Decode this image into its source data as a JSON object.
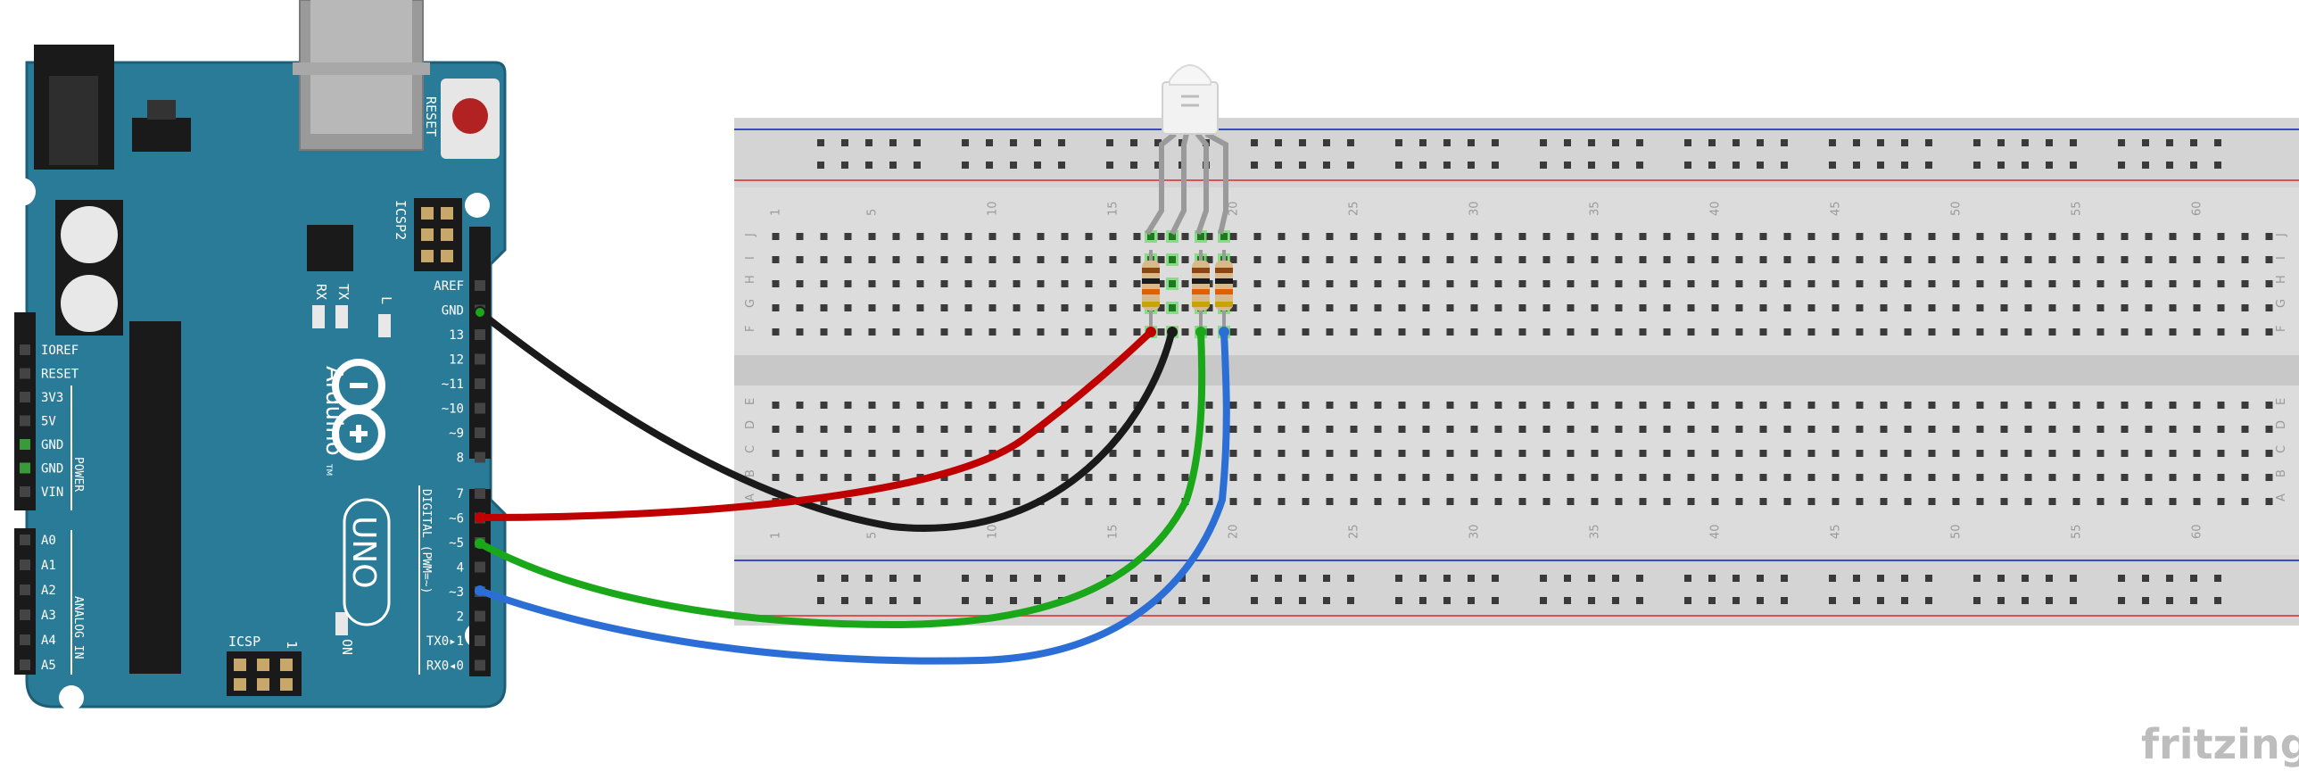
{
  "watermark": "fritzing",
  "arduino": {
    "reset_label": "RESET",
    "icsp2_label": "ICSP2",
    "icsp_label": "ICSP",
    "icsp_pin1": "1",
    "brand": "Arduino",
    "brand_tm": "TM",
    "model": "UNO",
    "rx_label": "RX",
    "tx_label": "TX",
    "l_label": "L",
    "on_label": "ON",
    "power_label": "POWER",
    "analog_label": "ANALOG IN",
    "digital_label": "DIGITAL (PWM=~)",
    "power_pins": [
      "IOREF",
      "RESET",
      "3V3",
      "5V",
      "GND",
      "GND",
      "VIN"
    ],
    "analog_pins": [
      "A0",
      "A1",
      "A2",
      "A3",
      "A4",
      "A5"
    ],
    "digital_top": [
      "AREF",
      "GND",
      "13",
      "12",
      "~11",
      "~10",
      "~9",
      "8"
    ],
    "digital_bottom": [
      "7",
      "~6",
      "~5",
      "4",
      "~3",
      "2",
      "TX0▸1",
      "RX0◂0"
    ]
  },
  "breadboard": {
    "column_numbers": [
      "1",
      "5",
      "10",
      "15",
      "20",
      "25",
      "30",
      "35",
      "40",
      "45",
      "50",
      "55",
      "60"
    ],
    "rows_top": [
      "J",
      "I",
      "H",
      "G",
      "F"
    ],
    "rows_bottom": [
      "E",
      "D",
      "C",
      "B",
      "A"
    ]
  },
  "components": {
    "led": "RGB LED",
    "resistors": 3
  },
  "wires": [
    {
      "name": "black",
      "from": "GND",
      "to": "LED common",
      "color": "#1a1a1a"
    },
    {
      "name": "red",
      "from": "~6",
      "to": "red resistor",
      "color": "#c00000"
    },
    {
      "name": "green",
      "from": "~5",
      "to": "green resistor",
      "color": "#1aa81a"
    },
    {
      "name": "blue",
      "from": "~3",
      "to": "blue resistor",
      "color": "#2b6fd6"
    }
  ],
  "colors": {
    "board": "#2a7b97",
    "board_edge": "#1d5f77",
    "breadboard": "#dcdcdc",
    "rail_red": "#d9534f",
    "rail_blue": "#3b4cc0"
  }
}
